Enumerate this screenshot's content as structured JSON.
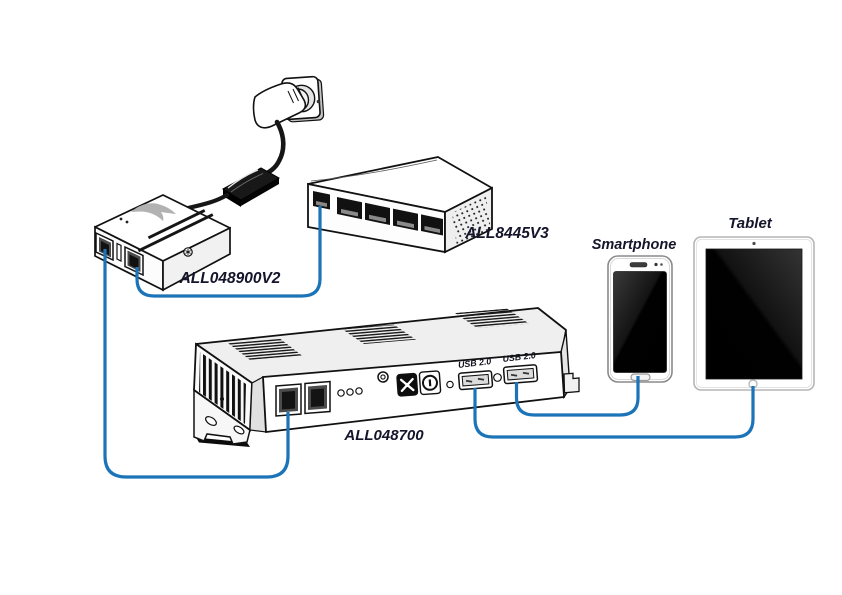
{
  "diagram": {
    "background": "#ffffff",
    "devices": {
      "injector": {
        "label": "ALL048900V2"
      },
      "switch": {
        "label": "ALL8445V3"
      },
      "main_unit": {
        "label": "ALL048700",
        "port_labels": [
          "USB 2.0",
          "USB 2.0"
        ]
      },
      "smartphone": {
        "label": "Smartphone"
      },
      "tablet": {
        "label": "Tablet"
      }
    },
    "connections": [
      {
        "from": "wall_outlet",
        "to": "power_adapter",
        "type": "power"
      },
      {
        "from": "power_adapter",
        "to": "injector",
        "type": "power"
      },
      {
        "from": "injector",
        "to": "switch",
        "type": "ethernet"
      },
      {
        "from": "injector",
        "to": "main_unit",
        "type": "ethernet"
      },
      {
        "from": "main_unit",
        "to": "tablet",
        "type": "usb"
      },
      {
        "from": "main_unit",
        "to": "smartphone",
        "type": "usb"
      }
    ],
    "colors": {
      "cable": "#1b73b8",
      "power_cable": "#161616",
      "outline": "#111111",
      "label": "#14142b",
      "body": "#ffffff",
      "screen": "#050505"
    }
  }
}
